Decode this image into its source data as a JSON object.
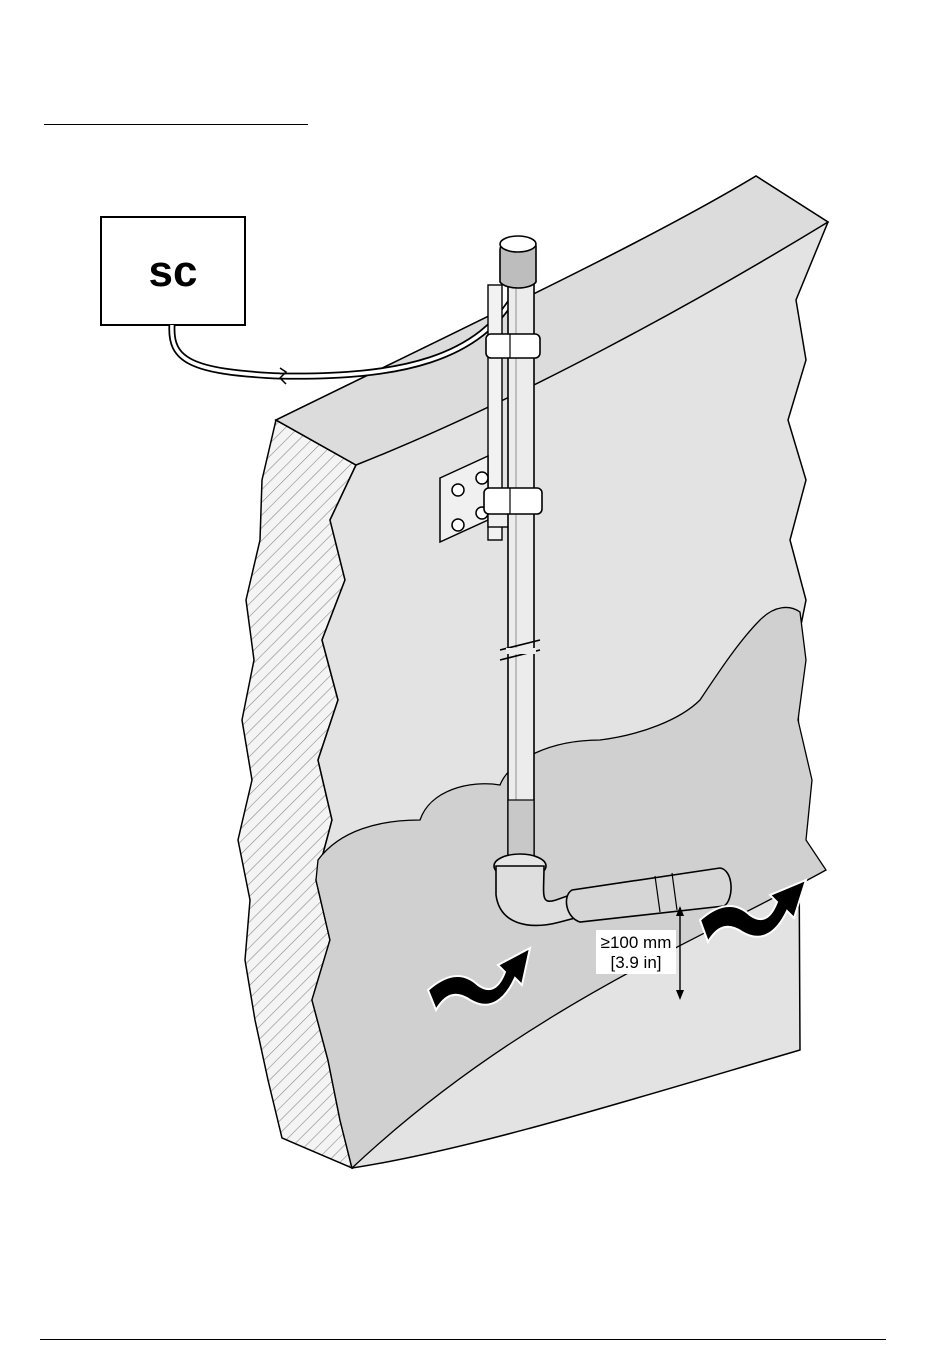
{
  "controller": {
    "label": "sc"
  },
  "dimension": {
    "line1": "≥100 mm",
    "line2": "[3.9 in]"
  },
  "colors": {
    "wall": "#e2e2e2",
    "water": "#cfcfcf",
    "line": "#000000",
    "pipe": "#ececec",
    "paper": "#ffffff"
  }
}
